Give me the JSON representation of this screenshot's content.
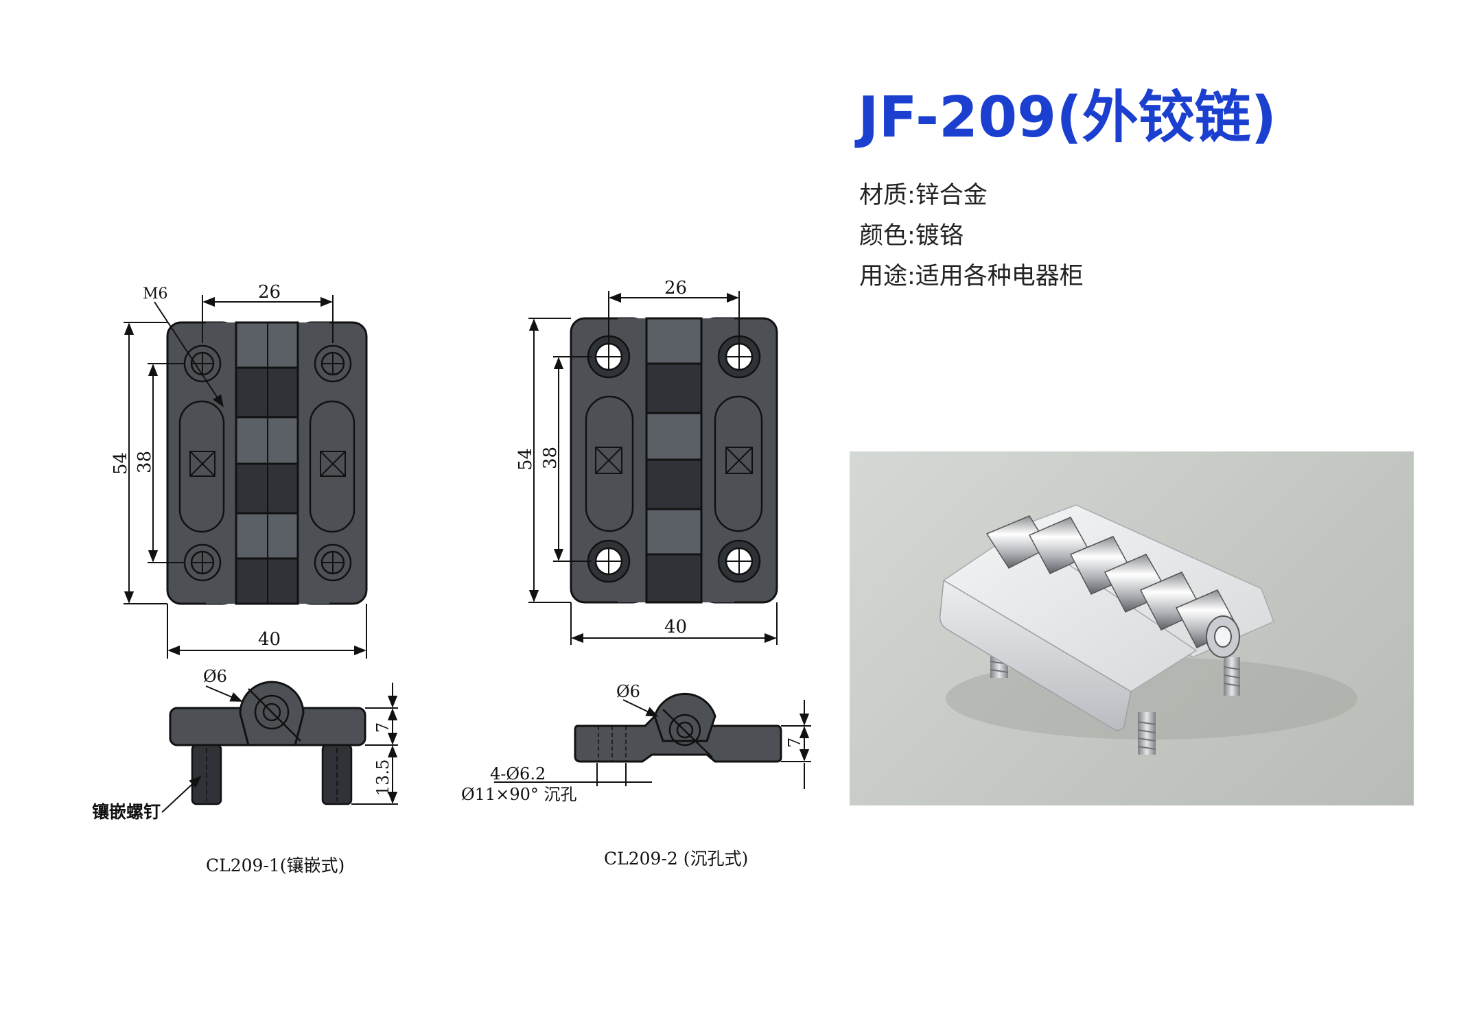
{
  "title": "JF-209(外铰链)",
  "specs": {
    "material": "材质:锌合金",
    "color": "颜色:镀铬",
    "usage": "用途:适用各种电器柜"
  },
  "drawing1": {
    "hole_label": "M6",
    "dim_top": "26",
    "dim_height": "54",
    "dim_hole_spacing": "38",
    "dim_bottom": "40",
    "pin_dia": "Ø6",
    "dim_thickness": "7",
    "dim_stud": "13.5",
    "stud_label": "镶嵌螺钉",
    "caption": "CL209-1(镶嵌式)"
  },
  "drawing2": {
    "dim_top": "26",
    "dim_height": "54",
    "dim_hole_spacing": "38",
    "dim_bottom": "40",
    "pin_dia": "Ø6",
    "dim_thickness": "7",
    "hole_spec_1": "4-Ø6.2",
    "hole_spec_2": "Ø11×90° 沉孔",
    "caption": "CL209-2 (沉孔式)"
  },
  "colors": {
    "title": "#1b3fcf",
    "part": "#4d5156",
    "line": "#111111"
  }
}
